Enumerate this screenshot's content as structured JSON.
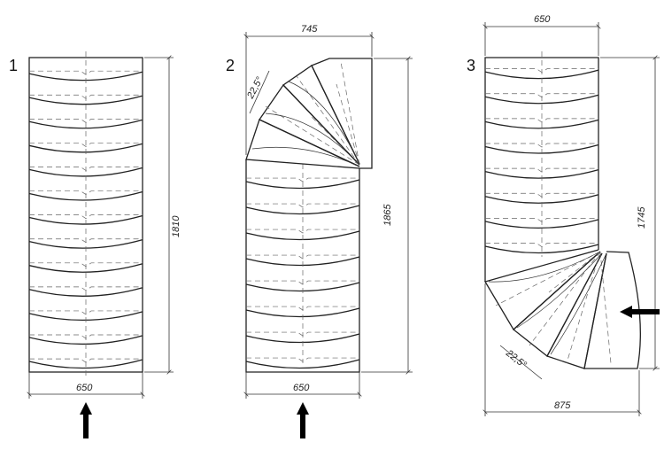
{
  "diagrams": [
    {
      "label": "1",
      "width_label": "650",
      "height_label": "1810"
    },
    {
      "label": "2",
      "width_label": "650",
      "top_width_label": "745",
      "height_label": "1865",
      "angle_label": "22,5°"
    },
    {
      "label": "3",
      "width_label": "650",
      "bottom_width_label": "875",
      "height_label": "1745",
      "angle_label": "22,5°"
    }
  ]
}
